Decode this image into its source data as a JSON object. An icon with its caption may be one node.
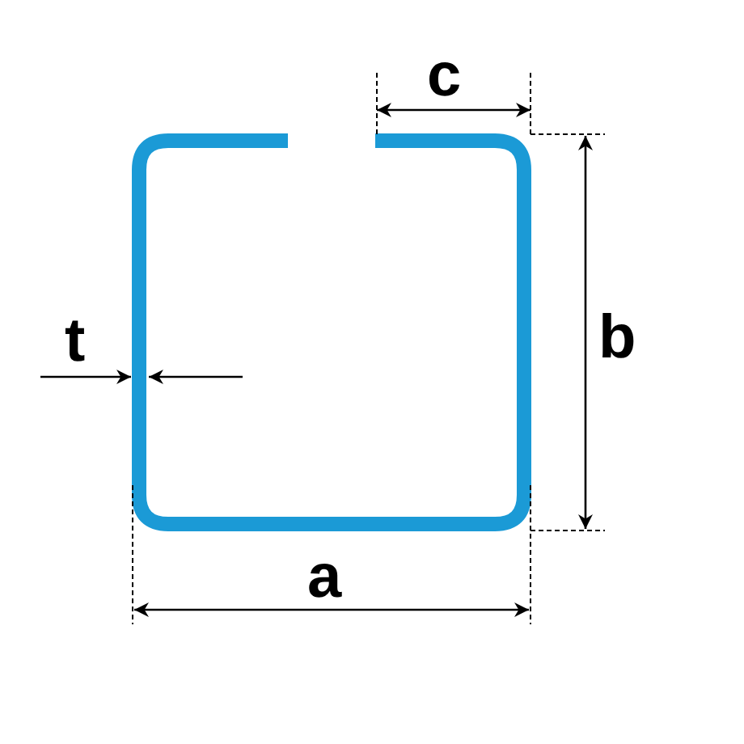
{
  "diagram": {
    "labels": [
      "c",
      "b",
      "t",
      "a"
    ]
  }
}
